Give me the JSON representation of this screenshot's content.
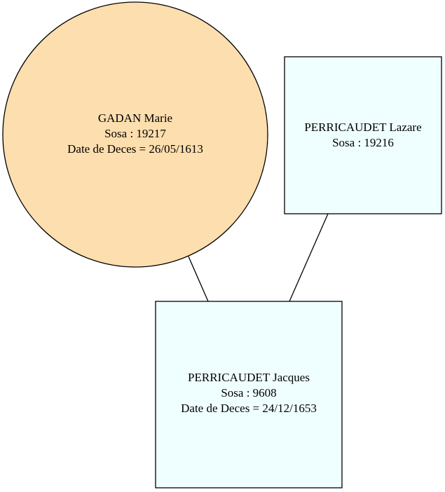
{
  "diagram": {
    "colors": {
      "female_fill": "#FDDEAE",
      "male_fill": "#EFFFFF",
      "stroke": "#000000",
      "edge": "#000000"
    },
    "nodes": {
      "mother": {
        "shape": "circle",
        "gender": "female",
        "name": "GADAN Marie",
        "sosa": "Sosa : 19217",
        "death": "Date de Deces = 26/05/1613"
      },
      "father": {
        "shape": "box",
        "gender": "male",
        "name": "PERRICAUDET Lazare",
        "sosa": "Sosa : 19216"
      },
      "child": {
        "shape": "box",
        "gender": "male",
        "name": "PERRICAUDET Jacques",
        "sosa": "Sosa : 9608",
        "death": "Date de Deces = 24/12/1653"
      }
    },
    "edges": [
      {
        "from": "mother",
        "to": "child"
      },
      {
        "from": "father",
        "to": "child"
      }
    ]
  }
}
